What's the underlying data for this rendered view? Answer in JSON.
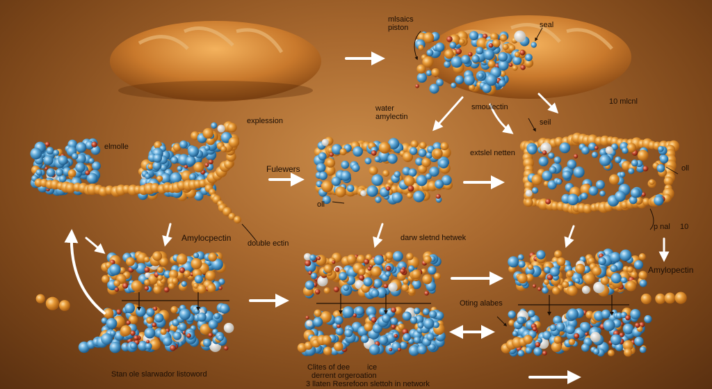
{
  "labels": {
    "misshapen_protein": "mlsaics\npiston",
    "salt_top": "seal",
    "expression": "explession",
    "elmolle": "elmolle",
    "fulewers": "Fulewers",
    "water_amylectin": "water\namylectin",
    "smouletin": "smoulectin",
    "ten_micro": "10 mlcnl",
    "salt_right": "seil",
    "extrel_retten": "extslel netten",
    "oil_right": "oll",
    "oil_middle": "oll",
    "amyloprectin_left": "Amylocpectin",
    "double_ectin": "double ectin",
    "darw_network": "darw sletnd hetwek",
    "p_nal": "p nal",
    "ten_bottom": "10",
    "amylopectin_right": "Amylopectin",
    "oting_alabes": "Oting alabes",
    "caption_left": "Stan ole slarwador listoword",
    "caption_mid_1": "Clites of dee",
    "caption_mid_1b": "ice",
    "caption_mid_2": "derrent orgeroation",
    "caption_mid_3": "3 llaten Resrefoon slettoh in network"
  },
  "colors": {
    "background": "#a9692f",
    "bread": "#c98436",
    "glucose_blue": "#5fa9d8",
    "glucose_orange": "#e79a36",
    "oxygen_red": "#c2452a",
    "arrow": "#ffffff"
  },
  "icons": {
    "bread": "bread-loaf-icon",
    "arrow": "arrow-right-icon",
    "molecule": "molecule-cluster-icon"
  }
}
